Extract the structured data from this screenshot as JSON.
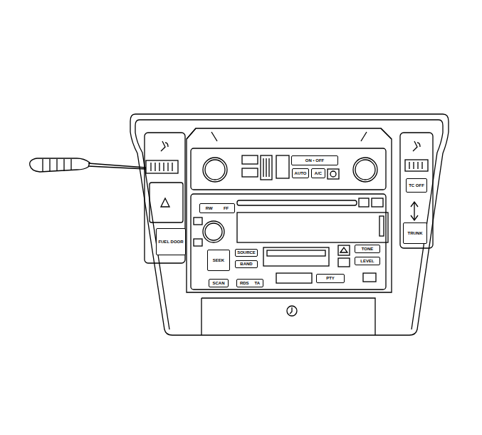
{
  "diagram": {
    "nodes": [
      {
        "text": [
          "FUEL DOOR"
        ]
      },
      {
        "text": [
          "TC OFF"
        ]
      },
      {
        "text": [
          "TRUNK"
        ]
      },
      {
        "text": [
          "ON • OFF"
        ]
      },
      {
        "text": [
          "AUTO"
        ]
      },
      {
        "text": [
          "A/C"
        ]
      },
      {
        "text": [
          "RW",
          "FF"
        ]
      },
      {
        "text": [
          "SOURCE"
        ]
      },
      {
        "text": [
          "BAND"
        ]
      },
      {
        "text": [
          "SCAN"
        ]
      },
      {
        "text": [
          "RDS",
          "TA"
        ]
      },
      {
        "text": [
          "PTY"
        ]
      },
      {
        "text": [
          "TONE"
        ]
      },
      {
        "text": [
          "LEVEL"
        ]
      },
      {
        "text": [
          "SEEK"
        ]
      }
    ]
  }
}
